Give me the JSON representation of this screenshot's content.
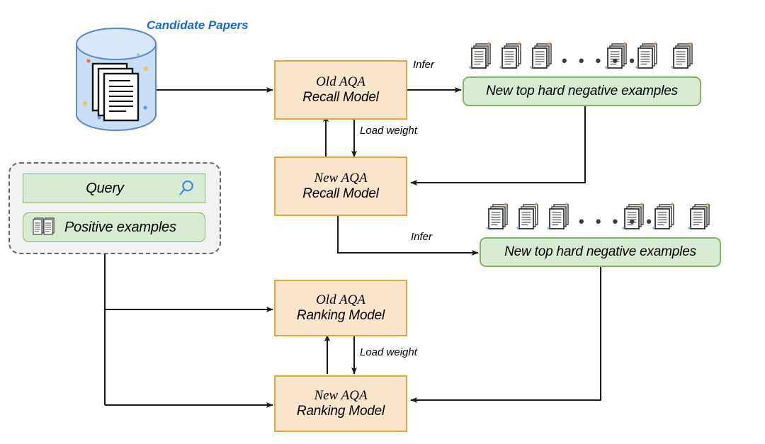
{
  "diagram": {
    "title": "Candidate Papers",
    "title_color": "#1769d8",
    "colors": {
      "process_fill": "#fce5cd",
      "process_border": "#e0a93b",
      "example_fill": "#d9ead3",
      "example_border": "#82b366",
      "group_fill": "#f2f2f2",
      "group_border": "#666666",
      "edge": "#1a1a1a",
      "database_fill": "#c9ddf7",
      "database_border": "#5b87c7",
      "search_icon": "#3a86e8"
    },
    "datastore": {
      "label": "Candidate Papers",
      "icon": "database-cylinder-icon",
      "contents_icon": "document-stack-icon"
    },
    "input_group": {
      "name": "query-inputs-group",
      "items": [
        {
          "label": "Query",
          "icon": "search-icon",
          "icon_side": "right"
        },
        {
          "label": "Positive examples",
          "icon": "books-icon",
          "icon_side": "left"
        }
      ]
    },
    "models": [
      {
        "id": "old-aqa-recall",
        "line1": "Old AQA",
        "line2": "Recall Model"
      },
      {
        "id": "new-aqa-recall",
        "line1": "New AQA",
        "line2": "Recall Model"
      },
      {
        "id": "old-aqa-ranking",
        "line1": "Old AQA",
        "line2": "Ranking Model"
      },
      {
        "id": "new-aqa-ranking",
        "line1": "New AQA",
        "line2": "Ranking Model"
      }
    ],
    "outputs": [
      {
        "id": "recall-negatives",
        "label": "New top hard negative examples",
        "doc_count": 6,
        "ellipsis": "• • • • •"
      },
      {
        "id": "ranking-negatives",
        "label": "New top hard negative examples",
        "doc_count": 6,
        "ellipsis": "• • • • •"
      }
    ],
    "edge_labels": {
      "infer_1": "Infer",
      "infer_2": "Infer",
      "load_weight_1": "Load weight",
      "load_weight_2": "Load weight"
    }
  }
}
